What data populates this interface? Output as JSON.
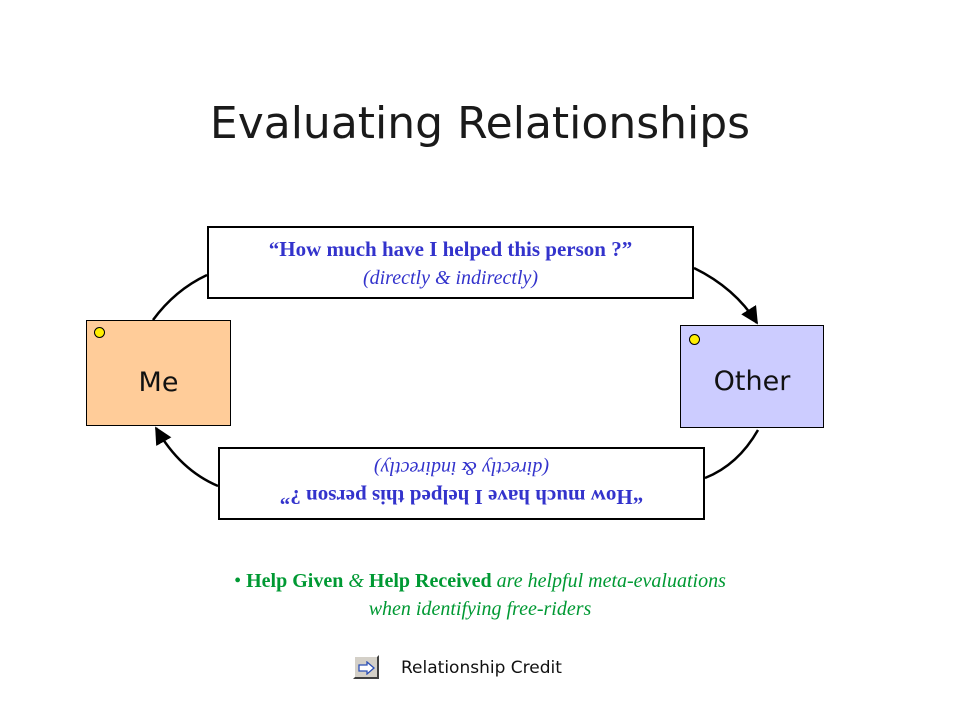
{
  "title": "Evaluating Relationships",
  "top_box": {
    "question": "“How much have I helped this person ?”",
    "qualifier": "(directly & indirectly)"
  },
  "bottom_box": {
    "question": "“How much have I helped this person ?”",
    "qualifier": "(directly & indirectly)"
  },
  "nodes": {
    "me": {
      "label": "Me",
      "color": "#ffcc99"
    },
    "other": {
      "label": "Other",
      "color": "#ccccff"
    }
  },
  "note": {
    "bullet": "•",
    "term1": "Help Given",
    "conj": "&",
    "term2": "Help Received",
    "rest1": "are helpful meta-evaluations",
    "rest2": "when identifying free-riders"
  },
  "footer": {
    "nav_icon": "arrow-right-icon",
    "link_label": "Relationship  Credit"
  },
  "colors": {
    "question_text": "#3333cc",
    "note_text": "#009933"
  }
}
